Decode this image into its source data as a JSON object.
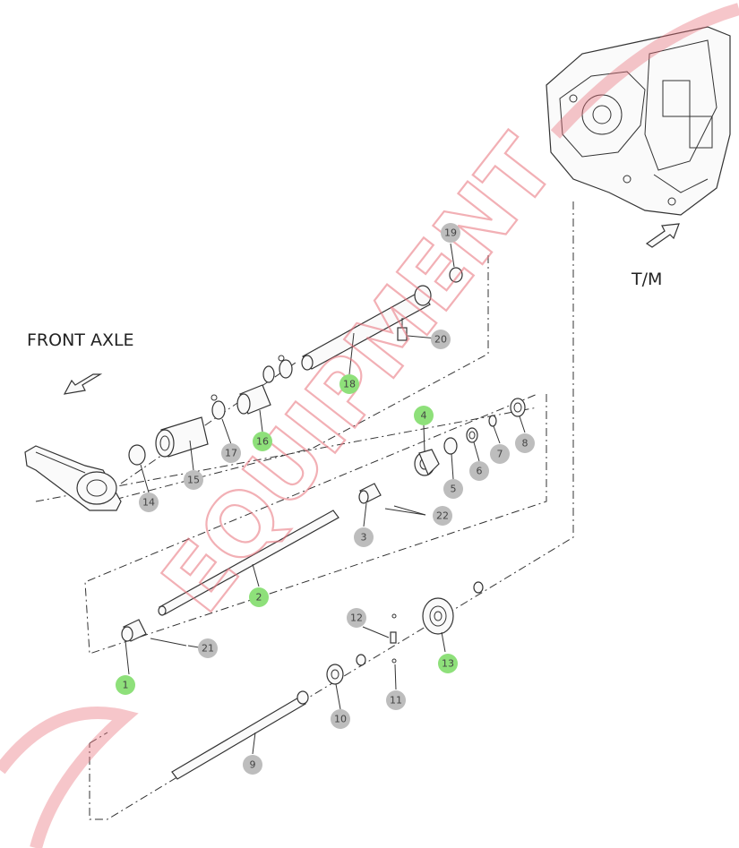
{
  "labels": {
    "front_axle": "FRONT AXLE",
    "tm": "T/M"
  },
  "watermark": {
    "text": "EQUIPMENT",
    "color": "#e8707a"
  },
  "colors": {
    "highlight": "#8ee07a",
    "normal": "#bdbdbd"
  },
  "callouts": [
    {
      "num": "1",
      "highlight": true
    },
    {
      "num": "2",
      "highlight": true
    },
    {
      "num": "3",
      "highlight": false
    },
    {
      "num": "4",
      "highlight": true
    },
    {
      "num": "5",
      "highlight": false
    },
    {
      "num": "6",
      "highlight": false
    },
    {
      "num": "7",
      "highlight": false
    },
    {
      "num": "8",
      "highlight": false
    },
    {
      "num": "9",
      "highlight": false
    },
    {
      "num": "10",
      "highlight": false
    },
    {
      "num": "11",
      "highlight": false
    },
    {
      "num": "12",
      "highlight": false
    },
    {
      "num": "13",
      "highlight": true
    },
    {
      "num": "14",
      "highlight": false
    },
    {
      "num": "15",
      "highlight": false
    },
    {
      "num": "16",
      "highlight": true
    },
    {
      "num": "17",
      "highlight": false
    },
    {
      "num": "18",
      "highlight": true
    },
    {
      "num": "19",
      "highlight": false
    },
    {
      "num": "20",
      "highlight": false
    },
    {
      "num": "21",
      "highlight": false
    },
    {
      "num": "22",
      "highlight": false
    }
  ]
}
